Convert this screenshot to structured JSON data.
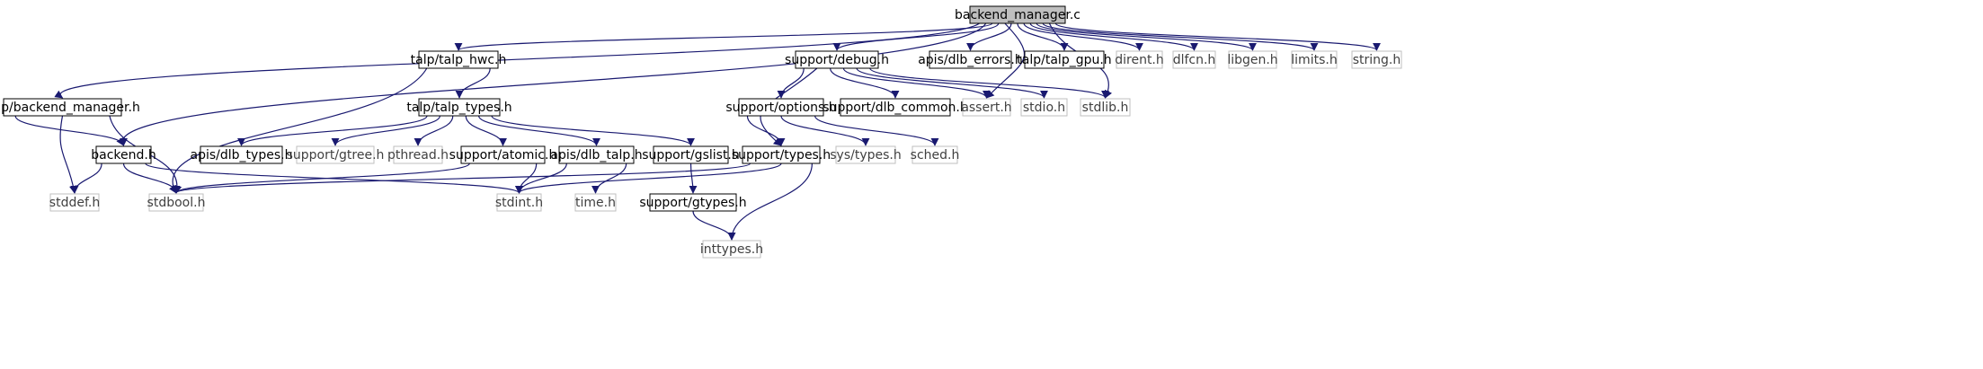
{
  "diagram": {
    "colors": {
      "edge": "#191970",
      "border_dark": "#000000",
      "border_light": "#bfbfbf",
      "text_dark": "#000000",
      "text_light": "#404040",
      "root_fill": "#bfbfbf",
      "node_fill": "#ffffff"
    },
    "nodes": [
      {
        "id": "backend_manager_c",
        "label": "backend_manager.c",
        "style": "root"
      },
      {
        "id": "talp_backend_manager_h",
        "label": "talp/backend_manager.h",
        "style": "local"
      },
      {
        "id": "backend_h",
        "label": "backend.h",
        "style": "local"
      },
      {
        "id": "stddef_h",
        "label": "stddef.h",
        "style": "system"
      },
      {
        "id": "stdbool_h",
        "label": "stdbool.h",
        "style": "system"
      },
      {
        "id": "stdint_h",
        "label": "stdint.h",
        "style": "system"
      },
      {
        "id": "talp_talp_hwc_h",
        "label": "talp/talp_hwc.h",
        "style": "local"
      },
      {
        "id": "talp_talp_types_h",
        "label": "talp/talp_types.h",
        "style": "local"
      },
      {
        "id": "apis_dlb_types_h",
        "label": "apis/dlb_types.h",
        "style": "local"
      },
      {
        "id": "support_gtree_h",
        "label": "support/gtree.h",
        "style": "system"
      },
      {
        "id": "pthread_h",
        "label": "pthread.h",
        "style": "system"
      },
      {
        "id": "support_atomic_h",
        "label": "support/atomic.h",
        "style": "local"
      },
      {
        "id": "apis_dlb_talp_h",
        "label": "apis/dlb_talp.h",
        "style": "local"
      },
      {
        "id": "time_h",
        "label": "time.h",
        "style": "system"
      },
      {
        "id": "support_gslist_h",
        "label": "support/gslist.h",
        "style": "local"
      },
      {
        "id": "support_gtypes_h",
        "label": "support/gtypes.h",
        "style": "local"
      },
      {
        "id": "inttypes_h",
        "label": "inttypes.h",
        "style": "system"
      },
      {
        "id": "support_debug_h",
        "label": "support/debug.h",
        "style": "local"
      },
      {
        "id": "support_options_h",
        "label": "support/options.h",
        "style": "local"
      },
      {
        "id": "support_types_h",
        "label": "support/types.h",
        "style": "local"
      },
      {
        "id": "sys_types_h",
        "label": "sys/types.h",
        "style": "system"
      },
      {
        "id": "sched_h",
        "label": "sched.h",
        "style": "system"
      },
      {
        "id": "support_dlb_common_h",
        "label": "support/dlb_common.h",
        "style": "local"
      },
      {
        "id": "assert_h",
        "label": "assert.h",
        "style": "system"
      },
      {
        "id": "stdio_h",
        "label": "stdio.h",
        "style": "system"
      },
      {
        "id": "stdlib_h",
        "label": "stdlib.h",
        "style": "system"
      },
      {
        "id": "apis_dlb_errors_h",
        "label": "apis/dlb_errors.h",
        "style": "local"
      },
      {
        "id": "talp_talp_gpu_h",
        "label": "talp/talp_gpu.h",
        "style": "local"
      },
      {
        "id": "dirent_h",
        "label": "dirent.h",
        "style": "system"
      },
      {
        "id": "dlfcn_h",
        "label": "dlfcn.h",
        "style": "system"
      },
      {
        "id": "libgen_h",
        "label": "libgen.h",
        "style": "system"
      },
      {
        "id": "limits_h",
        "label": "limits.h",
        "style": "system"
      },
      {
        "id": "string_h",
        "label": "string.h",
        "style": "system"
      }
    ],
    "edges": [
      [
        "backend_manager_c",
        "talp_backend_manager_h"
      ],
      [
        "backend_manager_c",
        "backend_h"
      ],
      [
        "backend_manager_c",
        "talp_talp_hwc_h"
      ],
      [
        "backend_manager_c",
        "support_debug_h"
      ],
      [
        "backend_manager_c",
        "assert_h"
      ],
      [
        "backend_manager_c",
        "apis_dlb_errors_h"
      ],
      [
        "backend_manager_c",
        "talp_talp_gpu_h"
      ],
      [
        "backend_manager_c",
        "dirent_h"
      ],
      [
        "backend_manager_c",
        "dlfcn_h"
      ],
      [
        "backend_manager_c",
        "libgen_h"
      ],
      [
        "backend_manager_c",
        "limits_h"
      ],
      [
        "backend_manager_c",
        "stdlib_h"
      ],
      [
        "backend_manager_c",
        "string_h"
      ],
      [
        "talp_backend_manager_h",
        "backend_h"
      ],
      [
        "talp_backend_manager_h",
        "stddef_h"
      ],
      [
        "talp_backend_manager_h",
        "stdbool_h"
      ],
      [
        "backend_h",
        "stddef_h"
      ],
      [
        "backend_h",
        "stdbool_h"
      ],
      [
        "backend_h",
        "stdint_h"
      ],
      [
        "talp_talp_hwc_h",
        "stdbool_h"
      ],
      [
        "talp_talp_hwc_h",
        "talp_talp_types_h"
      ],
      [
        "talp_talp_types_h",
        "apis_dlb_types_h"
      ],
      [
        "talp_talp_types_h",
        "support_gtree_h"
      ],
      [
        "talp_talp_types_h",
        "pthread_h"
      ],
      [
        "talp_talp_types_h",
        "support_atomic_h"
      ],
      [
        "talp_talp_types_h",
        "apis_dlb_talp_h"
      ],
      [
        "talp_talp_types_h",
        "support_gslist_h"
      ],
      [
        "support_atomic_h",
        "stdbool_h"
      ],
      [
        "support_atomic_h",
        "stdint_h"
      ],
      [
        "apis_dlb_talp_h",
        "stdint_h"
      ],
      [
        "apis_dlb_talp_h",
        "time_h"
      ],
      [
        "support_gslist_h",
        "support_gtypes_h"
      ],
      [
        "support_gtypes_h",
        "inttypes_h"
      ],
      [
        "support_debug_h",
        "support_options_h"
      ],
      [
        "support_debug_h",
        "support_types_h"
      ],
      [
        "support_debug_h",
        "support_dlb_common_h"
      ],
      [
        "support_debug_h",
        "assert_h"
      ],
      [
        "support_debug_h",
        "stdio_h"
      ],
      [
        "support_debug_h",
        "stdlib_h"
      ],
      [
        "support_options_h",
        "support_types_h"
      ],
      [
        "support_options_h",
        "sys_types_h"
      ],
      [
        "support_options_h",
        "sched_h"
      ],
      [
        "support_types_h",
        "stdbool_h"
      ],
      [
        "support_types_h",
        "stdint_h"
      ],
      [
        "support_types_h",
        "inttypes_h"
      ]
    ]
  }
}
